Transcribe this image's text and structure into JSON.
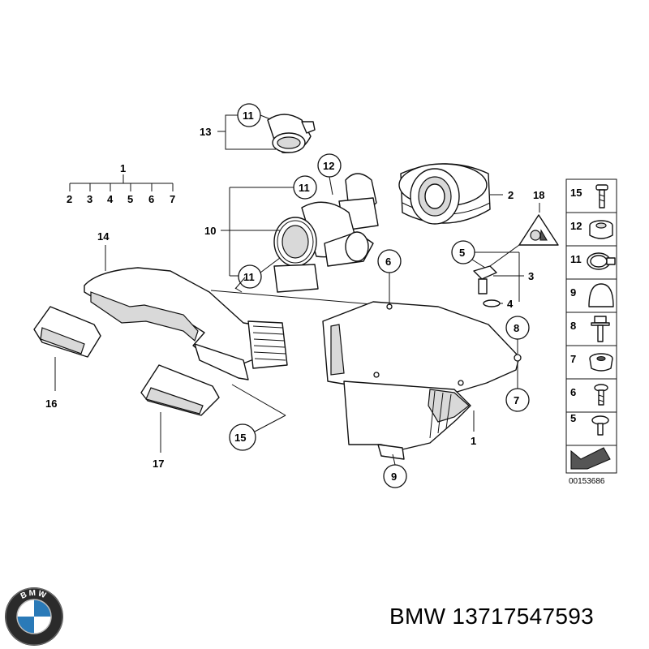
{
  "callouts": {
    "c1_top": "1",
    "c2a": "2",
    "c3a": "3",
    "c4a": "4",
    "c5a": "5",
    "c6a": "6",
    "c7a": "7",
    "c13": "13",
    "c11_top": "11",
    "c12": "12",
    "c11_mid": "11",
    "c10": "10",
    "c11_low": "11",
    "c2_filter": "2",
    "c18": "18",
    "c5_right": "5",
    "c3_right": "3",
    "c4_right": "4",
    "c14": "14",
    "c6_mid": "6",
    "c8_right": "8",
    "c7_right": "7",
    "c16": "16",
    "c15_low": "15",
    "c17": "17",
    "c1_box": "1",
    "c9_low": "9"
  },
  "legend_panel": {
    "items": [
      {
        "number": "15",
        "icon": "screw-icon"
      },
      {
        "number": "12",
        "icon": "rubber-grommet-icon"
      },
      {
        "number": "11",
        "icon": "hose-clamp-icon"
      },
      {
        "number": "9",
        "icon": "rubber-cap-icon"
      },
      {
        "number": "8",
        "icon": "bolt-icon"
      },
      {
        "number": "7",
        "icon": "rubber-mount-icon"
      },
      {
        "number": "6",
        "icon": "screw-icon"
      },
      {
        "number": "5",
        "icon": "pan-head-screw-icon"
      }
    ],
    "arrow_icon": "arrow-icon"
  },
  "drawing_number": "00153686",
  "caption": "BMW 13717547593",
  "logo_letters": "BMW",
  "colors": {
    "line": "#111111",
    "shade": "#d9d9d9",
    "logo_blue": "#2a7ab8"
  }
}
